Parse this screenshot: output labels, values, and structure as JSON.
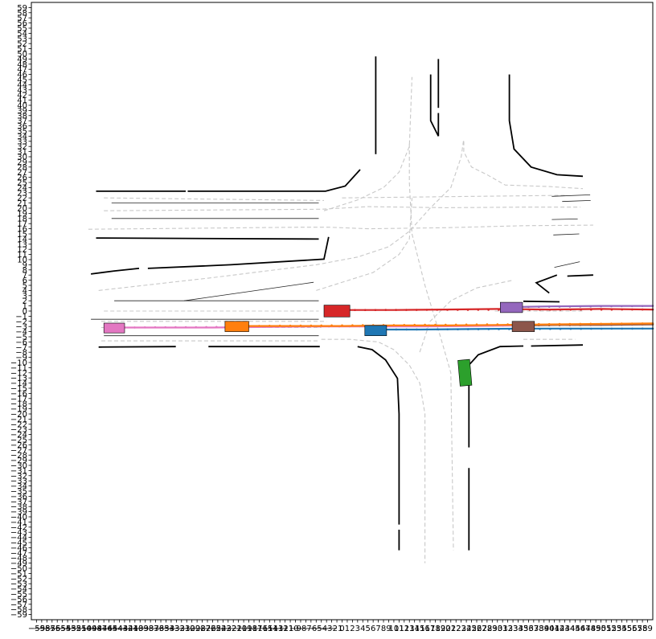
{
  "chart_data": {
    "type": "scatter",
    "title": "",
    "xlabel": "",
    "ylabel": "",
    "xlim": [
      -60,
      60
    ],
    "ylim": [
      -60,
      60
    ],
    "grid": false,
    "xticks": [
      -59,
      -58,
      -57,
      -56,
      -55,
      -54,
      -53,
      -52,
      -51,
      -50,
      -49,
      -48,
      -47,
      -46,
      -45,
      -44,
      -43,
      -42,
      -41,
      -40,
      -39,
      -38,
      -37,
      -36,
      -35,
      -34,
      -33,
      -32,
      -31,
      -30,
      -29,
      -28,
      -27,
      -26,
      -25,
      -24,
      -23,
      -22,
      -21,
      -20,
      -19,
      -18,
      -17,
      -16,
      -15,
      -14,
      -13,
      -12,
      -11,
      -10,
      -9,
      -8,
      -7,
      -6,
      -5,
      -4,
      -3,
      -2,
      -1,
      0,
      1,
      2,
      3,
      4,
      5,
      6,
      7,
      8,
      9,
      10,
      11,
      12,
      13,
      14,
      15,
      16,
      17,
      18,
      19,
      20,
      21,
      22,
      23,
      24,
      25,
      26,
      27,
      28,
      29,
      30,
      31,
      32,
      33,
      34,
      35,
      36,
      37,
      38,
      39,
      40,
      41,
      42,
      43,
      44,
      45,
      46,
      47,
      48,
      49,
      50,
      51,
      52,
      53,
      54,
      55,
      56,
      57,
      58,
      59
    ],
    "xtick_labels": [
      "−59",
      "−58",
      "−57",
      "−56",
      "−55",
      "−54",
      "−53",
      "−52",
      "−51",
      "−50",
      "−49",
      "−48",
      "−47",
      "−46",
      "−45",
      "−44",
      "−43",
      "−42",
      "−41",
      "−40",
      "−39",
      "−38",
      "−37",
      "−36",
      "−35",
      "−34",
      "−33",
      "−32",
      "−31",
      "−30",
      "−29",
      "−28",
      "−27",
      "−26",
      "−25",
      "−24",
      "−23",
      "−22",
      "−21",
      "−20",
      "−19",
      "−18",
      "−17",
      "−16",
      "−15",
      "−14",
      "−13",
      "−12",
      "−11",
      "−10",
      "−9",
      "−8",
      "−7",
      "−6",
      "−5",
      "−4",
      "−3",
      "−2",
      "−1",
      "0",
      "1",
      "2",
      "3",
      "4",
      "5",
      "6",
      "7",
      "8",
      "9",
      "10",
      "11",
      "12",
      "13",
      "14",
      "15",
      "16",
      "17",
      "18",
      "19",
      "20",
      "21",
      "22",
      "23",
      "24",
      "25",
      "26",
      "27",
      "28",
      "29",
      "30",
      "31",
      "32",
      "33",
      "34",
      "35",
      "36",
      "37",
      "38",
      "39",
      "40",
      "41",
      "42",
      "43",
      "44",
      "45",
      "46",
      "47",
      "48",
      "49",
      "50",
      "51",
      "52",
      "53",
      "54",
      "55",
      "56",
      "57",
      "58",
      "59"
    ],
    "yticks": [
      -59,
      -58,
      -57,
      -56,
      -55,
      -54,
      -53,
      -52,
      -51,
      -50,
      -49,
      -48,
      -47,
      -46,
      -45,
      -44,
      -43,
      -42,
      -41,
      -40,
      -39,
      -38,
      -37,
      -36,
      -35,
      -34,
      -33,
      -32,
      -31,
      -30,
      -29,
      -28,
      -27,
      -26,
      -25,
      -24,
      -23,
      -22,
      -21,
      -20,
      -19,
      -18,
      -17,
      -16,
      -15,
      -14,
      -13,
      -12,
      -11,
      -10,
      -9,
      -8,
      -7,
      -6,
      -5,
      -4,
      -3,
      -2,
      -1,
      0,
      1,
      2,
      3,
      4,
      5,
      6,
      7,
      8,
      9,
      10,
      11,
      12,
      13,
      14,
      15,
      16,
      17,
      18,
      19,
      20,
      21,
      22,
      23,
      24,
      25,
      26,
      27,
      28,
      29,
      30,
      31,
      32,
      33,
      34,
      35,
      36,
      37,
      38,
      39,
      40,
      41,
      42,
      43,
      44,
      45,
      46,
      47,
      48,
      49,
      50,
      51,
      52,
      53,
      54,
      55,
      56,
      57,
      58,
      59
    ],
    "ytick_labels": [
      "−59",
      "−58",
      "−57",
      "−56",
      "−55",
      "−54",
      "−53",
      "−52",
      "−51",
      "−50",
      "−49",
      "−48",
      "−47",
      "−46",
      "−45",
      "−44",
      "−43",
      "−42",
      "−41",
      "−40",
      "−39",
      "−38",
      "−37",
      "−36",
      "−35",
      "−34",
      "−33",
      "−32",
      "−31",
      "−30",
      "−29",
      "−28",
      "−27",
      "−26",
      "−25",
      "−24",
      "−23",
      "−22",
      "−21",
      "−20",
      "−19",
      "−18",
      "−17",
      "−16",
      "−15",
      "−14",
      "−13",
      "−12",
      "−11",
      "−10",
      "−9",
      "−8",
      "−7",
      "−6",
      "−5",
      "−4",
      "−3",
      "−2",
      "−1",
      "0",
      "1",
      "2",
      "3",
      "4",
      "5",
      "6",
      "7",
      "8",
      "9",
      "10",
      "11",
      "12",
      "13",
      "14",
      "15",
      "16",
      "17",
      "18",
      "19",
      "20",
      "21",
      "22",
      "23",
      "24",
      "25",
      "26",
      "27",
      "28",
      "29",
      "30",
      "31",
      "32",
      "33",
      "34",
      "35",
      "36",
      "37",
      "38",
      "39",
      "40",
      "41",
      "42",
      "43",
      "44",
      "45",
      "46",
      "47",
      "48",
      "49",
      "50",
      "51",
      "52",
      "53",
      "54",
      "55",
      "56",
      "57",
      "58",
      "59"
    ],
    "road_boundaries": [
      [
        [
          -47.5,
          23.3
        ],
        [
          -30.2,
          23.3
        ]
      ],
      [
        [
          -29.8,
          23.3
        ],
        [
          -3.2,
          23.3
        ],
        [
          0.6,
          24.3
        ],
        [
          3.5,
          27.5
        ]
      ],
      [
        [
          -47.5,
          14.2
        ],
        [
          -4.5,
          14.0
        ]
      ],
      [
        [
          -48.5,
          7.2
        ],
        [
          -44.0,
          7.8
        ],
        [
          -39.2,
          8.3
        ]
      ],
      [
        [
          -37.5,
          8.3
        ],
        [
          -21.5,
          9.0
        ],
        [
          -3.5,
          10.1
        ],
        [
          -2.6,
          14.4
        ]
      ],
      [
        [
          -47.0,
          -7.0
        ],
        [
          -32.1,
          -6.9
        ]
      ],
      [
        [
          -25.8,
          -6.9
        ],
        [
          -4.3,
          -6.9
        ]
      ],
      [
        [
          3.0,
          -6.9
        ],
        [
          5.8,
          -7.5
        ],
        [
          8.4,
          -9.5
        ],
        [
          10.7,
          -13.1
        ],
        [
          11.0,
          -20.0
        ],
        [
          11.0,
          -41.5
        ]
      ],
      [
        [
          11.0,
          -42.5
        ],
        [
          11.0,
          -46.5
        ]
      ],
      [
        [
          6.5,
          49.5
        ],
        [
          6.5,
          36.0
        ],
        [
          6.5,
          30.5
        ]
      ],
      [
        [
          17.1,
          46.0
        ],
        [
          17.1,
          37.0
        ],
        [
          18.6,
          34.0
        ]
      ],
      [
        [
          18.6,
          49.0
        ],
        [
          18.6,
          39.5
        ]
      ],
      [
        [
          18.6,
          38.5
        ],
        [
          18.6,
          34.0
        ]
      ],
      [
        [
          32.3,
          46.0
        ],
        [
          32.3,
          37.0
        ],
        [
          33.2,
          31.5
        ],
        [
          36.5,
          28.0
        ],
        [
          41.5,
          26.5
        ],
        [
          46.5,
          26.2
        ]
      ],
      [
        [
          24.5,
          -10.5
        ],
        [
          24.5,
          -26.5
        ]
      ],
      [
        [
          24.5,
          -30.5
        ],
        [
          24.5,
          -46.5
        ]
      ],
      [
        [
          24.5,
          -10.5
        ],
        [
          26.3,
          -8.5
        ],
        [
          30.5,
          -6.9
        ],
        [
          35.0,
          -6.8
        ]
      ],
      [
        [
          36.5,
          -6.8
        ],
        [
          46.5,
          -6.6
        ]
      ],
      [
        [
          40.0,
          3.5
        ],
        [
          37.5,
          5.5
        ],
        [
          41.5,
          7.0
        ]
      ],
      [
        [
          43.5,
          6.8
        ],
        [
          48.5,
          7.0
        ]
      ],
      [
        [
          35.0,
          1.9
        ],
        [
          42.0,
          1.8
        ]
      ]
    ],
    "lane_centerlines": [
      [
        [
          -46.0,
          0.0
        ],
        [
          -4.5,
          0.0
        ]
      ],
      [
        [
          -46.5,
          -2.0
        ],
        [
          -3.0,
          -2.0
        ]
      ],
      [
        [
          -46.5,
          -3.2
        ],
        [
          -4.0,
          -3.2
        ]
      ],
      [
        [
          -46.5,
          -5.8
        ],
        [
          -4.5,
          -5.8
        ]
      ],
      [
        [
          -49.0,
          15.9
        ],
        [
          -8.0,
          16.3
        ],
        [
          -2.5,
          16.3
        ],
        [
          5.0,
          16.0
        ],
        [
          20.0,
          16.2
        ],
        [
          35.0,
          16.6
        ],
        [
          48.5,
          16.7
        ]
      ],
      [
        [
          -46.0,
          19.5
        ],
        [
          -4.0,
          19.8
        ],
        [
          5.0,
          20.3
        ],
        [
          20.0,
          20.1
        ],
        [
          35.0,
          20.2
        ],
        [
          46.0,
          20.2
        ]
      ],
      [
        [
          -46.0,
          22.0
        ],
        [
          -3.5,
          21.5
        ]
      ],
      [
        [
          0.0,
          22.0
        ],
        [
          43.0,
          22.5
        ]
      ],
      [
        [
          -3.5,
          19.5
        ],
        [
          3.0,
          21.6
        ],
        [
          8.0,
          24.0
        ],
        [
          11.0,
          27.0
        ],
        [
          13.0,
          32.0
        ],
        [
          13.5,
          45.5
        ]
      ],
      [
        [
          -47.0,
          4.0
        ],
        [
          -25.0,
          6.5
        ],
        [
          -5.0,
          9.0
        ],
        [
          3.0,
          10.5
        ],
        [
          9.0,
          12.5
        ],
        [
          13.0,
          15.5
        ],
        [
          17.0,
          20.0
        ],
        [
          21.0,
          24.0
        ],
        [
          23.0,
          30.0
        ],
        [
          23.5,
          33.5
        ]
      ],
      [
        [
          13.0,
          32.5
        ],
        [
          13.0,
          25.0
        ],
        [
          13.5,
          15.0
        ],
        [
          16.0,
          5.0
        ],
        [
          19.0,
          -5.0
        ],
        [
          21.0,
          -12.0
        ],
        [
          21.5,
          -46.5
        ]
      ],
      [
        [
          23.5,
          33.0
        ],
        [
          23.5,
          31.0
        ],
        [
          25.0,
          28.0
        ],
        [
          28.0,
          26.5
        ],
        [
          31.5,
          24.5
        ],
        [
          40.0,
          24.2
        ],
        [
          46.5,
          23.8
        ]
      ],
      [
        [
          -4.0,
          -5.5
        ],
        [
          1.5,
          -5.5
        ],
        [
          7.0,
          -6.0
        ],
        [
          10.0,
          -7.5
        ],
        [
          13.0,
          -10.5
        ],
        [
          15.0,
          -14.0
        ],
        [
          16.0,
          -20.0
        ],
        [
          16.0,
          -49.0
        ]
      ],
      [
        [
          -5.0,
          4.0
        ],
        [
          6.0,
          7.5
        ],
        [
          11.0,
          11.0
        ],
        [
          13.0,
          14.0
        ],
        [
          13.5,
          22.0
        ]
      ],
      [
        [
          15.0,
          -8.0
        ],
        [
          17.0,
          -2.0
        ],
        [
          21.0,
          2.0
        ],
        [
          26.0,
          4.5
        ],
        [
          33.0,
          6.0
        ]
      ],
      [
        [
          35.0,
          -5.5
        ],
        [
          45.0,
          -5.5
        ]
      ],
      [
        [
          34.5,
          -2.8
        ],
        [
          47.0,
          -2.8
        ]
      ],
      [
        [
          29.5,
          0.0
        ],
        [
          46.5,
          0.0
        ]
      ]
    ],
    "lane_lines": [
      [
        [
          -44.0,
          2.0
        ],
        [
          -4.5,
          2.0
        ]
      ],
      [
        [
          -48.5,
          -1.6
        ],
        [
          -4.5,
          -1.6
        ]
      ],
      [
        [
          -46.0,
          -4.8
        ],
        [
          -4.5,
          -4.8
        ]
      ],
      [
        [
          -44.5,
          18.0
        ],
        [
          -4.5,
          18.0
        ]
      ],
      [
        [
          -44.5,
          21.0
        ],
        [
          -4.5,
          21.0
        ]
      ],
      [
        [
          -30.5,
          2.0
        ],
        [
          -5.5,
          5.6
        ]
      ],
      [
        [
          40.5,
          17.8
        ],
        [
          45.5,
          17.9
        ]
      ],
      [
        [
          40.8,
          14.8
        ],
        [
          45.8,
          15.0
        ]
      ],
      [
        [
          41.0,
          8.5
        ],
        [
          45.9,
          9.6
        ]
      ],
      [
        [
          40.5,
          22.3
        ],
        [
          47.9,
          22.6
        ]
      ],
      [
        [
          42.5,
          21.3
        ],
        [
          48.0,
          21.5
        ]
      ]
    ],
    "trajectories": [
      {
        "color": "#d62728",
        "points": [
          [
            0.5,
            0.2
          ],
          [
            10.0,
            0.2
          ],
          [
            20.0,
            0.3
          ],
          [
            30.0,
            0.4
          ],
          [
            40.0,
            0.3
          ],
          [
            50.0,
            0.4
          ],
          [
            60.0,
            0.3
          ]
        ]
      },
      {
        "color": "#9467bd",
        "points": [
          [
            34.0,
            0.8
          ],
          [
            40.0,
            0.9
          ],
          [
            50.0,
            1.0
          ],
          [
            60.0,
            1.0
          ]
        ]
      },
      {
        "color": "#8c564b",
        "points": [
          [
            36.0,
            -2.8
          ],
          [
            42.0,
            -2.7
          ],
          [
            50.0,
            -2.7
          ],
          [
            60.0,
            -2.6
          ]
        ]
      },
      {
        "color": "#e377c2",
        "points": [
          [
            -44.0,
            -3.2
          ],
          [
            -35.0,
            -3.2
          ],
          [
            -25.0,
            -3.2
          ],
          [
            -15.0,
            -3.1
          ],
          [
            -5.0,
            -3.0
          ],
          [
            5.0,
            -3.0
          ],
          [
            15.0,
            -3.0
          ],
          [
            25.0,
            -2.9
          ],
          [
            35.0,
            -2.8
          ]
        ]
      },
      {
        "color": "#ff7f0e",
        "points": [
          [
            -20.0,
            -2.9
          ],
          [
            -10.0,
            -2.9
          ],
          [
            0.0,
            -2.9
          ],
          [
            10.0,
            -2.8
          ],
          [
            20.0,
            -2.8
          ],
          [
            30.0,
            -2.7
          ],
          [
            40.0,
            -2.6
          ],
          [
            50.0,
            -2.5
          ],
          [
            60.0,
            -2.4
          ]
        ]
      },
      {
        "color": "#1f77b4",
        "points": [
          [
            6.5,
            -3.6
          ],
          [
            15.0,
            -3.6
          ],
          [
            25.0,
            -3.5
          ],
          [
            35.0,
            -3.4
          ],
          [
            45.0,
            -3.4
          ],
          [
            52.0,
            -3.4
          ],
          [
            60.0,
            -3.4
          ]
        ]
      }
    ],
    "vehicles": [
      {
        "color": "#d62728",
        "x": -1.0,
        "y": 0.0,
        "length": 5.0,
        "width": 2.3,
        "heading_deg": 0
      },
      {
        "color": "#9467bd",
        "x": 32.7,
        "y": 0.7,
        "length": 4.3,
        "width": 2.0,
        "heading_deg": 0
      },
      {
        "color": "#8c564b",
        "x": 35.0,
        "y": -3.0,
        "length": 4.3,
        "width": 2.0,
        "heading_deg": 0
      },
      {
        "color": "#e377c2",
        "x": -44.0,
        "y": -3.3,
        "length": 4.0,
        "width": 1.9,
        "heading_deg": 0
      },
      {
        "color": "#ff7f0e",
        "x": -20.3,
        "y": -3.0,
        "length": 4.6,
        "width": 2.0,
        "heading_deg": 0
      },
      {
        "color": "#1f77b4",
        "x": 6.5,
        "y": -3.8,
        "length": 4.2,
        "width": 2.0,
        "heading_deg": 0
      },
      {
        "color": "#2ca02c",
        "x": 23.7,
        "y": -12.0,
        "length": 5.0,
        "width": 2.3,
        "heading_deg": -85
      }
    ]
  }
}
